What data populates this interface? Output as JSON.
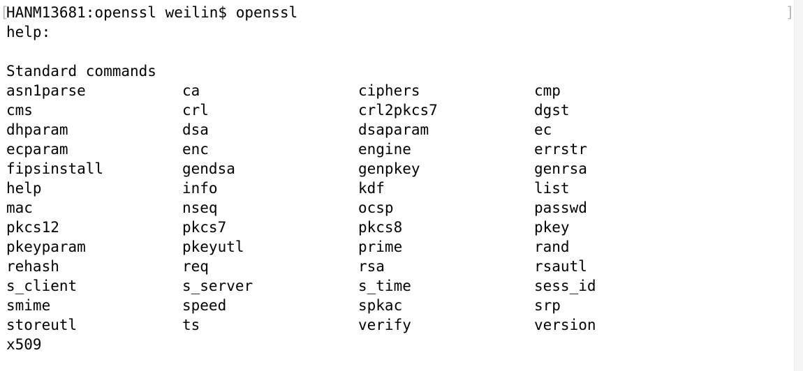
{
  "terminal": {
    "prompt": "HANM13681:openssl weilin$ ",
    "command": "openssl",
    "help_label": "help:",
    "section_heading": "Standard commands",
    "commands": [
      "asn1parse",
      "ca",
      "ciphers",
      "cmp",
      "cms",
      "crl",
      "crl2pkcs7",
      "dgst",
      "dhparam",
      "dsa",
      "dsaparam",
      "ec",
      "ecparam",
      "enc",
      "engine",
      "errstr",
      "fipsinstall",
      "gendsa",
      "genpkey",
      "genrsa",
      "help",
      "info",
      "kdf",
      "list",
      "mac",
      "nseq",
      "ocsp",
      "passwd",
      "pkcs12",
      "pkcs7",
      "pkcs8",
      "pkey",
      "pkeyparam",
      "pkeyutl",
      "prime",
      "rand",
      "rehash",
      "req",
      "rsa",
      "rsautl",
      "s_client",
      "s_server",
      "s_time",
      "sess_id",
      "smime",
      "speed",
      "spkac",
      "srp",
      "storeutl",
      "ts",
      "verify",
      "version",
      "x509"
    ],
    "left_bracket": "[",
    "right_bracket": "]"
  },
  "colors": {
    "background": "#ffffff",
    "text": "#000000",
    "bracket": "#b8b8b8"
  }
}
